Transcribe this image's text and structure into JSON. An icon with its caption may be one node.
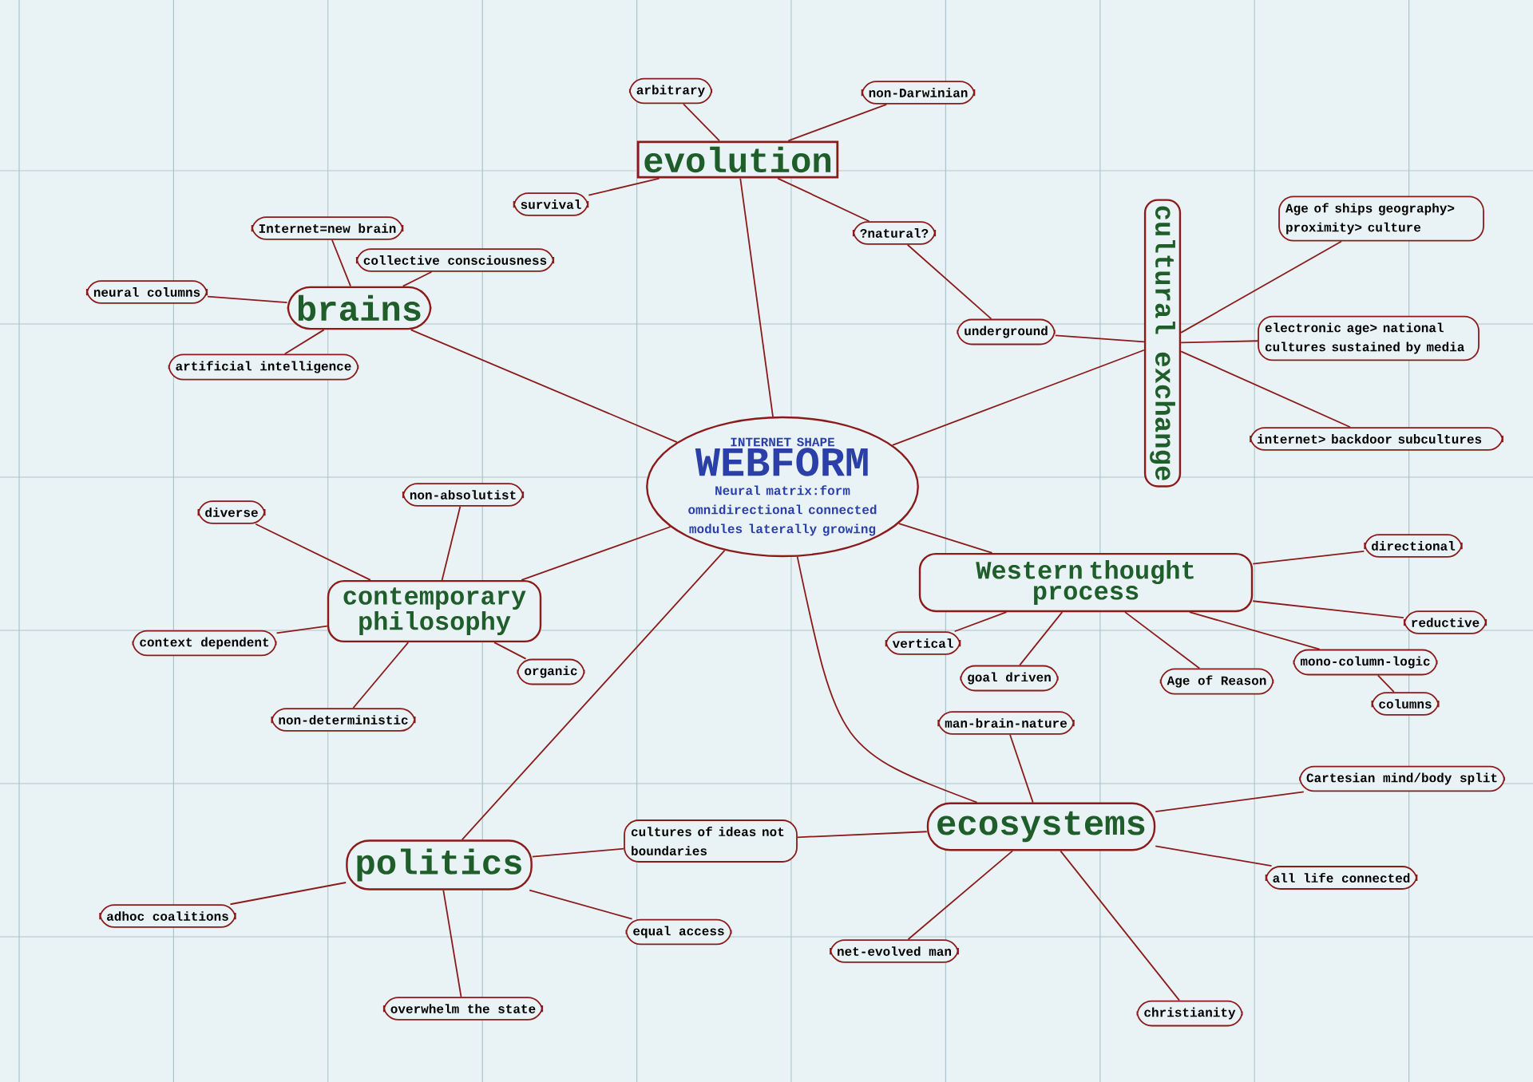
{
  "diagram": {
    "nodes": [
      {
        "text": [
          "arbitrary"
        ]
      },
      {
        "text": [
          "non-Darwinian"
        ]
      },
      {
        "text": [
          "evolution"
        ]
      },
      {
        "text": [
          "Internet=new brain"
        ]
      },
      {
        "text": [
          "survival"
        ]
      },
      {
        "text": [
          "collective consciousness"
        ]
      },
      {
        "text": [
          "neural columns"
        ]
      },
      {
        "text": [
          "brains"
        ]
      },
      {
        "text": [
          "artificial intelligence"
        ]
      },
      {
        "text": [
          "?natural?"
        ]
      },
      {
        "text": [
          "underground"
        ]
      },
      {
        "text": [
          "cultural exchange"
        ]
      },
      {
        "text": [
          "Age of ships geography> proximity> culture"
        ]
      },
      {
        "text": [
          "electronic age> national cultures sustained by media"
        ]
      },
      {
        "text": [
          "internet> backdoor subcultures"
        ]
      },
      {
        "text": [
          "INTERNET SHAPE",
          "WEBFORM",
          "Neural matrix:form omnidirectional connected modules laterally growing"
        ]
      },
      {
        "text": [
          "non-absolutist"
        ]
      },
      {
        "text": [
          "diverse"
        ]
      },
      {
        "text": [
          "contemporary philosophy"
        ]
      },
      {
        "text": [
          "context dependent"
        ]
      },
      {
        "text": [
          "organic"
        ]
      },
      {
        "text": [
          "non-deterministic"
        ]
      },
      {
        "text": [
          "Western thought process"
        ]
      },
      {
        "text": [
          "directional"
        ]
      },
      {
        "text": [
          "vertical"
        ]
      },
      {
        "text": [
          "reductive"
        ]
      },
      {
        "text": [
          "mono-column-logic"
        ]
      },
      {
        "text": [
          "goal driven"
        ]
      },
      {
        "text": [
          "Age of Reason"
        ]
      },
      {
        "text": [
          "columns"
        ]
      },
      {
        "text": [
          "man-brain-nature"
        ]
      },
      {
        "text": [
          "Cartesian mind/body split"
        ]
      },
      {
        "text": [
          "ecosystems"
        ]
      },
      {
        "text": [
          "cultures of ideas not boundaries"
        ]
      },
      {
        "text": [
          "politics"
        ]
      },
      {
        "text": [
          "adhoc coalitions"
        ]
      },
      {
        "text": [
          "equal access"
        ]
      },
      {
        "text": [
          "all life connected"
        ]
      },
      {
        "text": [
          "net-evolved man"
        ]
      },
      {
        "text": [
          "overwhelm the state"
        ]
      },
      {
        "text": [
          "christianity"
        ]
      }
    ],
    "edges": [
      {
        "from": 2,
        "to": 0,
        "arrow": "none"
      },
      {
        "from": 2,
        "to": 1,
        "arrow": "none"
      },
      {
        "from": 2,
        "to": 9,
        "arrow": "none"
      },
      {
        "from": 2,
        "to": 4,
        "arrow": "none"
      },
      {
        "from": 9,
        "to": 10,
        "arrow": "none"
      },
      {
        "from": 10,
        "to": 11,
        "arrow": "none"
      },
      {
        "from": 7,
        "to": 3,
        "arrow": "none"
      },
      {
        "from": 7,
        "to": 5,
        "arrow": "none"
      },
      {
        "from": 7,
        "to": 6,
        "arrow": "none"
      },
      {
        "from": 7,
        "to": 8,
        "arrow": "none"
      },
      {
        "from": 11,
        "to": 12,
        "arrow": "none"
      },
      {
        "from": 11,
        "to": 13,
        "arrow": "none"
      },
      {
        "from": 11,
        "to": 14,
        "arrow": "none"
      },
      {
        "from": 15,
        "to": 2,
        "arrow": "none"
      },
      {
        "from": 15,
        "to": 7,
        "arrow": "none"
      },
      {
        "from": 15,
        "to": 11,
        "arrow": "none"
      },
      {
        "from": 15,
        "to": 18,
        "arrow": "none"
      },
      {
        "from": 15,
        "to": 22,
        "arrow": "none"
      },
      {
        "from": 15,
        "to": 32,
        "arrow": "none"
      },
      {
        "from": 15,
        "to": 34,
        "arrow": "none"
      },
      {
        "from": 18,
        "to": 16,
        "arrow": "none"
      },
      {
        "from": 18,
        "to": 17,
        "arrow": "none"
      },
      {
        "from": 18,
        "to": 19,
        "arrow": "none"
      },
      {
        "from": 18,
        "to": 20,
        "arrow": "none"
      },
      {
        "from": 18,
        "to": 21,
        "arrow": "none"
      },
      {
        "from": 22,
        "to": 23,
        "arrow": "none"
      },
      {
        "from": 22,
        "to": 24,
        "arrow": "none"
      },
      {
        "from": 22,
        "to": 25,
        "arrow": "none"
      },
      {
        "from": 22,
        "to": 26,
        "arrow": "none"
      },
      {
        "from": 22,
        "to": 27,
        "arrow": "none"
      },
      {
        "from": 22,
        "to": 28,
        "arrow": "none"
      },
      {
        "from": 26,
        "to": 29,
        "arrow": "none"
      },
      {
        "from": 32,
        "to": 30,
        "arrow": "none"
      },
      {
        "from": 32,
        "to": 31,
        "arrow": "none"
      },
      {
        "from": 32,
        "to": 37,
        "arrow": "none"
      },
      {
        "from": 32,
        "to": 38,
        "arrow": "none"
      },
      {
        "from": 32,
        "to": 40,
        "arrow": "none"
      },
      {
        "from": 32,
        "to": 33,
        "arrow": "none"
      },
      {
        "from": 34,
        "to": 33,
        "arrow": "none"
      },
      {
        "from": 34,
        "to": 35,
        "arrow": "none"
      },
      {
        "from": 34,
        "to": 36,
        "arrow": "none"
      },
      {
        "from": 34,
        "to": 39,
        "arrow": "none"
      }
    ]
  }
}
